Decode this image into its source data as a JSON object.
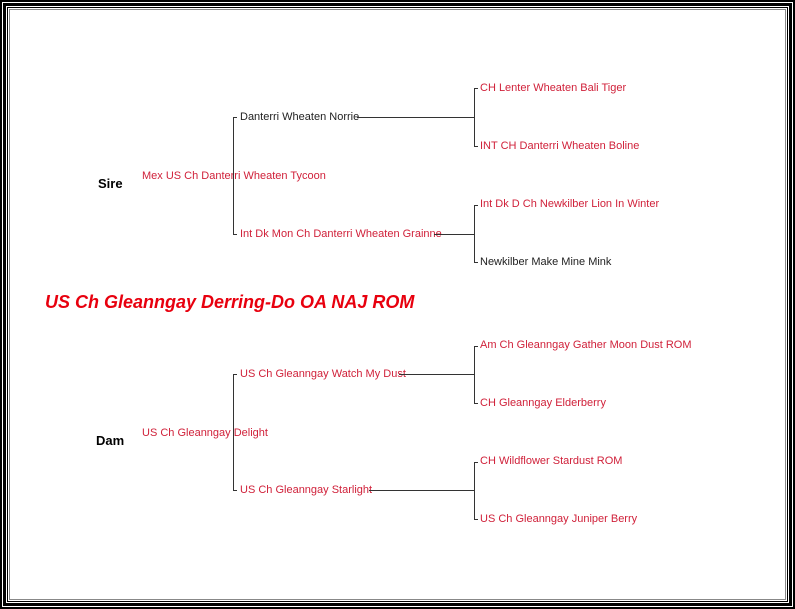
{
  "subject": {
    "name": "US Ch Gleanngay Derring-Do OA NAJ ROM"
  },
  "colors": {
    "titled": "#d0213a",
    "untitled": "#222222",
    "subject": "#e8000e"
  },
  "sire": {
    "label": "Sire",
    "name": "Mex US Ch Danterri Wheaten Tycoon",
    "titled": true,
    "sire": {
      "name": "Danterri Wheaten Norrie",
      "titled": false,
      "sire": {
        "name": "CH Lenter Wheaten Bali Tiger",
        "titled": true
      },
      "dam": {
        "name": "INT CH Danterri Wheaten Boline",
        "titled": true
      }
    },
    "dam": {
      "name": "Int Dk Mon Ch Danterri Wheaten Grainne",
      "titled": true,
      "sire": {
        "name": "Int Dk D Ch Newkilber Lion In Winter",
        "titled": true
      },
      "dam": {
        "name": "Newkilber Make Mine Mink",
        "titled": false
      }
    }
  },
  "dam": {
    "label": "Dam",
    "name": "US Ch Gleanngay Delight",
    "titled": true,
    "sire": {
      "name": "US Ch Gleanngay Watch My Dust",
      "titled": true,
      "sire": {
        "name": "Am Ch Gleanngay Gather Moon Dust ROM",
        "titled": true
      },
      "dam": {
        "name": "CH Gleanngay Elderberry",
        "titled": true
      }
    },
    "dam": {
      "name": "US Ch Gleanngay Starlight",
      "titled": true,
      "sire": {
        "name": "CH Wildflower Stardust ROM",
        "titled": true
      },
      "dam": {
        "name": "US Ch Gleanngay Juniper Berry",
        "titled": true
      }
    }
  }
}
